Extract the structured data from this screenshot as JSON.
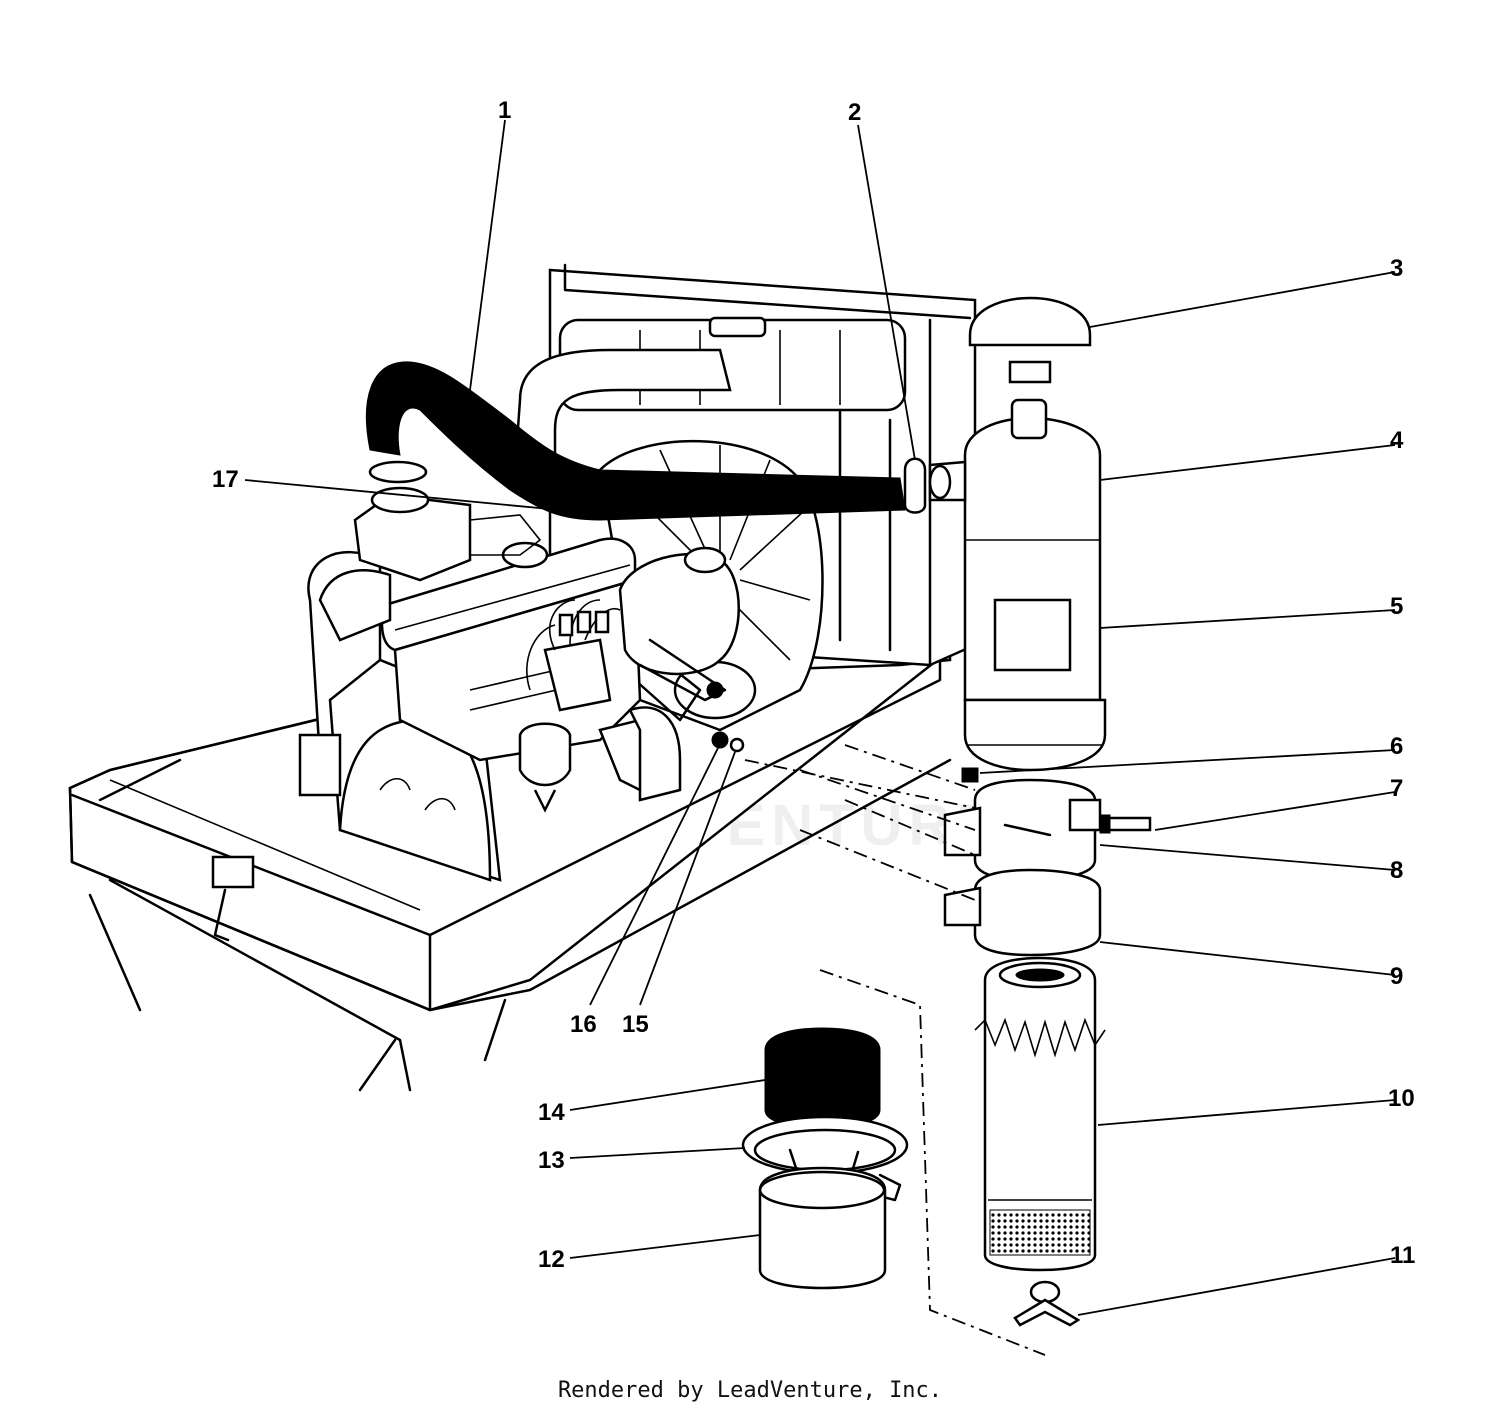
{
  "callouts": [
    {
      "id": "1",
      "label": "1"
    },
    {
      "id": "2",
      "label": "2"
    },
    {
      "id": "3",
      "label": "3"
    },
    {
      "id": "4",
      "label": "4"
    },
    {
      "id": "5",
      "label": "5"
    },
    {
      "id": "6",
      "label": "6"
    },
    {
      "id": "7",
      "label": "7"
    },
    {
      "id": "8",
      "label": "8"
    },
    {
      "id": "9",
      "label": "9"
    },
    {
      "id": "10",
      "label": "10"
    },
    {
      "id": "11",
      "label": "11"
    },
    {
      "id": "12",
      "label": "12"
    },
    {
      "id": "13",
      "label": "13"
    },
    {
      "id": "14",
      "label": "14"
    },
    {
      "id": "15",
      "label": "15"
    },
    {
      "id": "16",
      "label": "16"
    },
    {
      "id": "17",
      "label": "17"
    }
  ],
  "watermark": "LEADVENTURE",
  "footer": "Rendered by LeadVenture, Inc."
}
